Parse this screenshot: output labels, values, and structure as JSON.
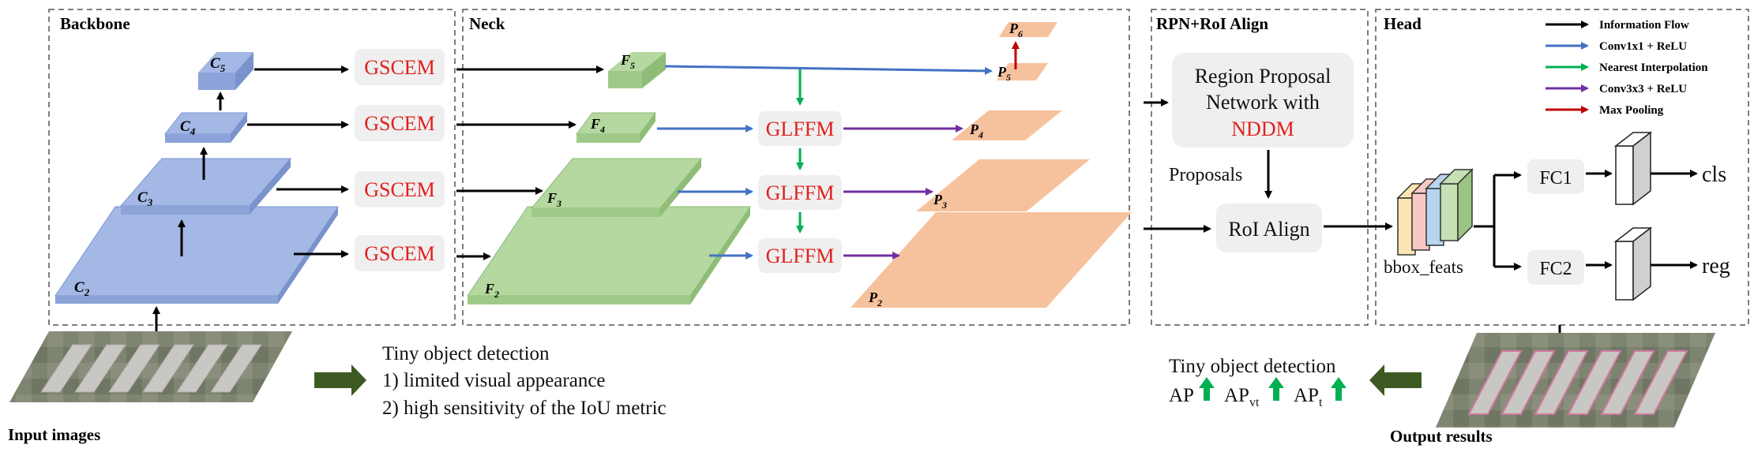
{
  "panels": {
    "backbone": "Backbone",
    "neck": "Neck",
    "rpn": "RPN+RoI Align",
    "head": "Head"
  },
  "backbone": {
    "C5": {
      "main": "C",
      "sub": "5"
    },
    "C4": {
      "main": "C",
      "sub": "4"
    },
    "C3": {
      "main": "C",
      "sub": "3"
    },
    "C2": {
      "main": "C",
      "sub": "2"
    },
    "gscem": "GSCEM"
  },
  "neck": {
    "F5": {
      "main": "F",
      "sub": "5"
    },
    "F4": {
      "main": "F",
      "sub": "4"
    },
    "F3": {
      "main": "F",
      "sub": "3"
    },
    "F2": {
      "main": "F",
      "sub": "2"
    },
    "glffm": "GLFFM",
    "P6": {
      "main": "P",
      "sub": "6"
    },
    "P5": {
      "main": "P",
      "sub": "5"
    },
    "P4": {
      "main": "P",
      "sub": "4"
    },
    "P3": {
      "main": "P",
      "sub": "3"
    },
    "P2": {
      "main": "P",
      "sub": "2"
    }
  },
  "rpn": {
    "rpn_line1": "Region Proposal",
    "rpn_line2": "Network with",
    "rpn_line3": "NDDM",
    "proposals": "Proposals",
    "roi_align": "RoI Align"
  },
  "head": {
    "bbox_feats": "bbox_feats",
    "fc1": "FC1",
    "fc2": "FC2",
    "cls": "cls",
    "reg": "reg"
  },
  "legend": [
    {
      "label": "Information Flow",
      "color": "#000000"
    },
    {
      "label": "Conv1x1 + ReLU",
      "color": "#4472c4"
    },
    {
      "label": "Nearest Interpolation",
      "color": "#00b050"
    },
    {
      "label": "Conv3x3 + ReLU",
      "color": "#7030a0"
    },
    {
      "label": "Max Pooling",
      "color": "#c00000"
    }
  ],
  "bottom": {
    "input_images": "Input images",
    "output_results": "Output results",
    "problem_title": "Tiny object detection",
    "problem_1": "1) limited visual appearance",
    "problem_2": "2) high sensitivity of the IoU metric",
    "result_title": "Tiny object detection",
    "metrics": [
      {
        "main": "AP",
        "sub": ""
      },
      {
        "main": "AP",
        "sub": "vt"
      },
      {
        "main": "AP",
        "sub": "t"
      }
    ]
  },
  "colors": {
    "backbone_fill": "#a4b8e6",
    "neck_fill": "#b5d8a0",
    "pyramid_fill": "#f6c29e",
    "module_text": "#e0201c",
    "module_bg": "#efefef",
    "arrow_black": "#000000",
    "arrow_blue": "#4472c4",
    "arrow_green": "#00b050",
    "arrow_purple": "#7030a0",
    "arrow_red": "#c00000",
    "metric_up": "#00b050",
    "big_arrow": "#3d5a23"
  }
}
